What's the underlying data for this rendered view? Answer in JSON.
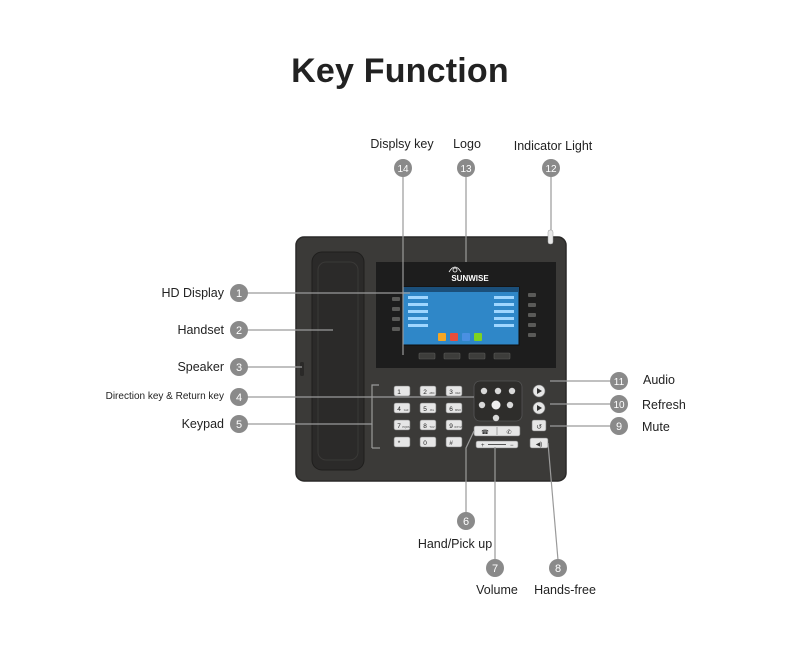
{
  "title": "Key Function",
  "brand": "SUNWISE",
  "colors": {
    "marker": "#8a8a8a",
    "marker_text": "#ffffff",
    "leader_line": "#9a9a9a",
    "phone_body": "#3b3a38",
    "phone_edge": "#2a2928",
    "handset": "#2b2a29",
    "bezel": "#1d1d1d",
    "screen": "#2f87c8"
  },
  "callouts": [
    {
      "number": "1",
      "label": "HD Display"
    },
    {
      "number": "2",
      "label": "Handset"
    },
    {
      "number": "3",
      "label": "Speaker"
    },
    {
      "number": "4",
      "label": "Direction key & Return key"
    },
    {
      "number": "5",
      "label": "Keypad"
    },
    {
      "number": "6",
      "label": "Hand/Pick up"
    },
    {
      "number": "7",
      "label": "Volume"
    },
    {
      "number": "8",
      "label": "Hands-free"
    },
    {
      "number": "9",
      "label": "Mute"
    },
    {
      "number": "10",
      "label": "Refresh"
    },
    {
      "number": "11",
      "label": "Audio"
    },
    {
      "number": "12",
      "label": "Indicator Light"
    },
    {
      "number": "13",
      "label": "Logo"
    },
    {
      "number": "14",
      "label": "Displsy key"
    }
  ],
  "keypad": [
    {
      "digit": "1",
      "sub": ""
    },
    {
      "digit": "2",
      "sub": "ABC"
    },
    {
      "digit": "3",
      "sub": "DEF"
    },
    {
      "digit": "4",
      "sub": "GHI"
    },
    {
      "digit": "5",
      "sub": "JKL"
    },
    {
      "digit": "6",
      "sub": "MNO"
    },
    {
      "digit": "7",
      "sub": "PQRS"
    },
    {
      "digit": "8",
      "sub": "TUV"
    },
    {
      "digit": "9",
      "sub": "WXYZ"
    },
    {
      "digit": "*",
      "sub": ""
    },
    {
      "digit": "0",
      "sub": ""
    },
    {
      "digit": "#",
      "sub": ""
    }
  ]
}
